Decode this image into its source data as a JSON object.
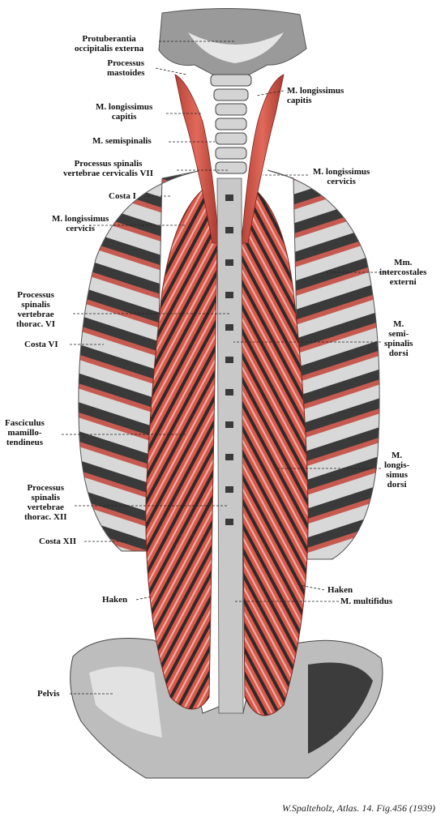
{
  "labels": {
    "protuberantia": "Protuberantia\noccipitalis externa",
    "mastoides": "Processus\nmastoides",
    "long_capitis_r": "M. longissimus\ncapitis",
    "long_capitis_l": "M. longissimus\ncapitis",
    "semispinalis": "M. semispinalis",
    "proc_c7": "Processus spinalis\nvertebrae cervicalis VII",
    "long_cervicis_r": "M. longissimus\ncervicis",
    "costa1": "Costa I",
    "long_cervicis_l": "M. longissimus\ncervicis",
    "intercostales": "Mm.\nintercostales\nexterni",
    "proc_th6": "Processus\nspinalis\nvertebrae\nthorac. VI",
    "semispinalis_dorsi": "M.\nsemi-\nspinalis\ndorsi",
    "costa6": "Costa VI",
    "fasciculus": "Fasciculus\nmamillo-\ntendineus",
    "longissimus_dorsi": "M.\nlongis-\nsimus\ndorsi",
    "proc_th12": "Processus\nspinalis\nvertebrae\nthorac. XII",
    "costa12": "Costa XII",
    "haken_r": "Haken",
    "multifidus": "M. multifidus",
    "haken_l": "Haken",
    "pelvis": "Pelvis"
  },
  "credit": "W.Spalteholz, Atlas. 14. Fig.456 (1939)",
  "colors": {
    "muscle": "#d9574a",
    "muscle_dark": "#8e2a24",
    "bone": "#c9c9c9",
    "bone_dark": "#4a4a4a",
    "leader": "#222222"
  }
}
